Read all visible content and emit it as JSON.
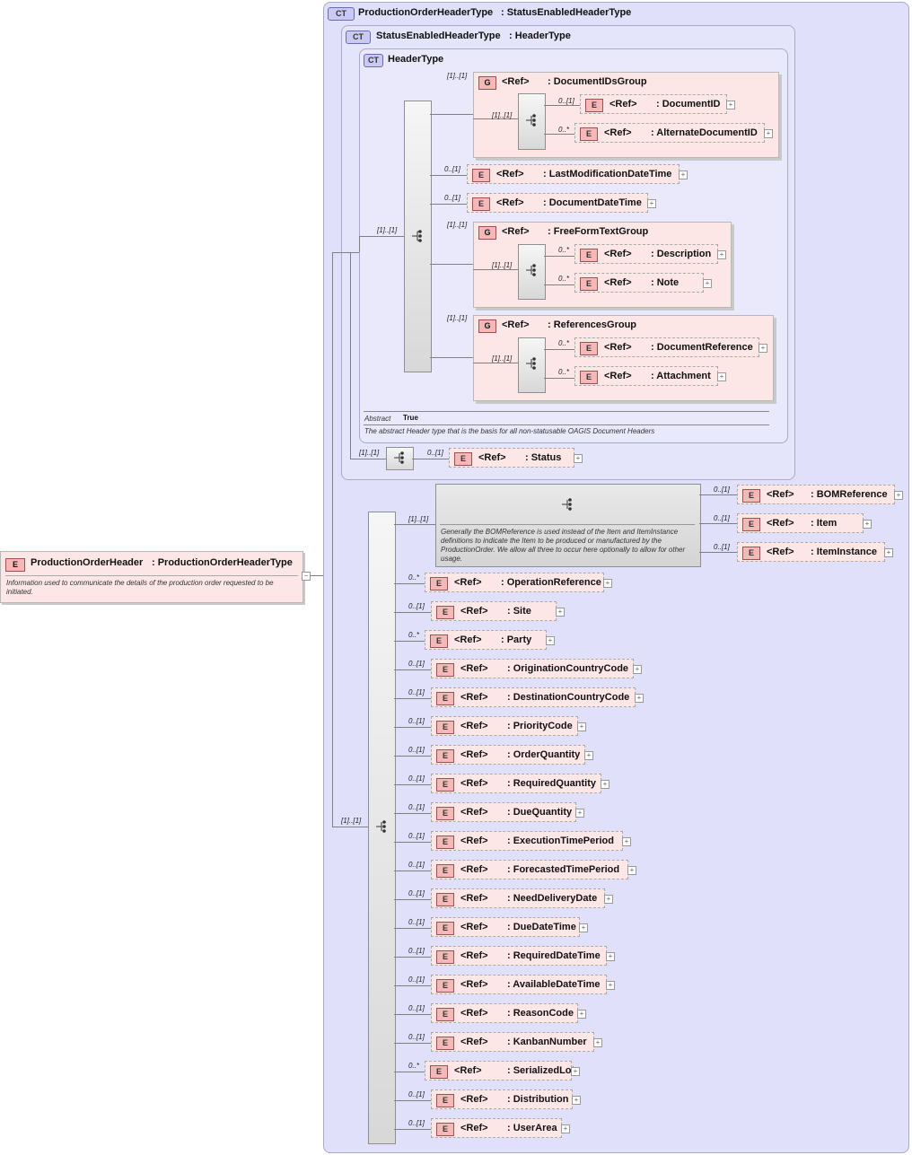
{
  "root": {
    "badge": "E",
    "name": "ProductionOrderHeader",
    "type": ": ProductionOrderHeaderType",
    "doc": "Information used to communicate the details of the production order requested to be initiated.",
    "toggle": "−"
  },
  "ct1": {
    "badge": "CT",
    "title": "ProductionOrderHeaderType",
    "base": ": StatusEnabledHeaderType"
  },
  "ct2": {
    "badge": "CT",
    "title": "StatusEnabledHeaderType",
    "base": ": HeaderType"
  },
  "ct3": {
    "badge": "CT",
    "title": "HeaderType",
    "abstract_label": "Abstract",
    "abstract_value": "True",
    "doc": "The abstract Header type that is the basis for all non-statusable OAGIS Document Headers"
  },
  "seq_cards": {
    "header": "[1]..[1]",
    "status_seq": "[1]..[1]",
    "main_seq": "[1]..[1]",
    "bom_choice": "[1]..[1]"
  },
  "groups": [
    {
      "badge": "G",
      "ref": "<Ref>",
      "name": ": DocumentIDsGroup",
      "card": "[1]..[1]",
      "seq_card": "[1]..[1]",
      "items": [
        {
          "card": "0..[1]",
          "ref": "<Ref>",
          "name": ": DocumentID"
        },
        {
          "card": "0..*",
          "ref": "<Ref>",
          "name": ": AlternateDocumentID"
        }
      ]
    },
    {
      "badge": "G",
      "ref": "<Ref>",
      "name": ": FreeFormTextGroup",
      "card": "[1]..[1]",
      "seq_card": "[1]..[1]",
      "items": [
        {
          "card": "0..*",
          "ref": "<Ref>",
          "name": ": Description"
        },
        {
          "card": "0..*",
          "ref": "<Ref>",
          "name": ": Note"
        }
      ]
    },
    {
      "badge": "G",
      "ref": "<Ref>",
      "name": ": ReferencesGroup",
      "card": "[1]..[1]",
      "seq_card": "[1]..[1]",
      "items": [
        {
          "card": "0..*",
          "ref": "<Ref>",
          "name": ": DocumentReference"
        },
        {
          "card": "0..*",
          "ref": "<Ref>",
          "name": ": Attachment"
        }
      ]
    }
  ],
  "header_elements": [
    {
      "card": "0..[1]",
      "ref": "<Ref>",
      "name": ": LastModificationDateTime"
    },
    {
      "card": "0..[1]",
      "ref": "<Ref>",
      "name": ": DocumentDateTime"
    }
  ],
  "status_element": {
    "card": "0..[1]",
    "ref": "<Ref>",
    "name": ": Status"
  },
  "bom": {
    "doc": "Generally the BOMReference is used instead of the Item and ItemInstance definitions to indicate the Item to be produced or manufactured by the ProductionOrder. We allow all three to occur here optionally to allow for other usage.",
    "items": [
      {
        "card": "0..[1]",
        "ref": "<Ref>",
        "name": ": BOMReference"
      },
      {
        "card": "0..[1]",
        "ref": "<Ref>",
        "name": ": Item"
      },
      {
        "card": "0..[1]",
        "ref": "<Ref>",
        "name": ": ItemInstance"
      }
    ]
  },
  "elements": [
    {
      "card": "0..*",
      "ref": "<Ref>",
      "name": ": OperationReference"
    },
    {
      "card": "0..[1]",
      "ref": "<Ref>",
      "name": ": Site"
    },
    {
      "card": "0..*",
      "ref": "<Ref>",
      "name": ": Party"
    },
    {
      "card": "0..[1]",
      "ref": "<Ref>",
      "name": ": OriginationCountryCode"
    },
    {
      "card": "0..[1]",
      "ref": "<Ref>",
      "name": ": DestinationCountryCode"
    },
    {
      "card": "0..[1]",
      "ref": "<Ref>",
      "name": ": PriorityCode"
    },
    {
      "card": "0..[1]",
      "ref": "<Ref>",
      "name": ": OrderQuantity"
    },
    {
      "card": "0..[1]",
      "ref": "<Ref>",
      "name": ": RequiredQuantity"
    },
    {
      "card": "0..[1]",
      "ref": "<Ref>",
      "name": ": DueQuantity"
    },
    {
      "card": "0..[1]",
      "ref": "<Ref>",
      "name": ": ExecutionTimePeriod"
    },
    {
      "card": "0..[1]",
      "ref": "<Ref>",
      "name": ": ForecastedTimePeriod"
    },
    {
      "card": "0..[1]",
      "ref": "<Ref>",
      "name": ": NeedDeliveryDate"
    },
    {
      "card": "0..[1]",
      "ref": "<Ref>",
      "name": ": DueDateTime"
    },
    {
      "card": "0..[1]",
      "ref": "<Ref>",
      "name": ": RequiredDateTime"
    },
    {
      "card": "0..[1]",
      "ref": "<Ref>",
      "name": ": AvailableDateTime"
    },
    {
      "card": "0..[1]",
      "ref": "<Ref>",
      "name": ": ReasonCode"
    },
    {
      "card": "0..[1]",
      "ref": "<Ref>",
      "name": ": KanbanNumber"
    },
    {
      "card": "0..*",
      "ref": "<Ref>",
      "name": ": SerializedLot"
    },
    {
      "card": "0..[1]",
      "ref": "<Ref>",
      "name": ": Distribution"
    },
    {
      "card": "0..[1]",
      "ref": "<Ref>",
      "name": ": UserArea"
    }
  ],
  "element_badge": "E",
  "expand_glyph": "+"
}
